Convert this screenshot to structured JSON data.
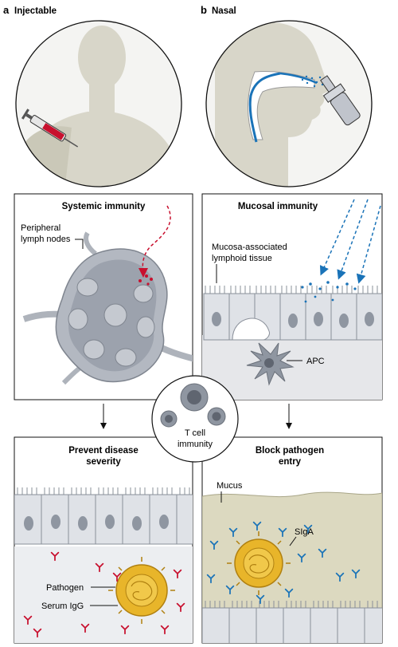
{
  "panel_a": {
    "letter": "a",
    "title": "Injectable"
  },
  "panel_b": {
    "letter": "b",
    "title": "Nasal"
  },
  "systemic": {
    "title": "Systemic immunity",
    "label_line1": "Peripheral",
    "label_line2": "lymph nodes"
  },
  "mucosal": {
    "title": "Mucosal immunity",
    "label_line1": "Mucosa-associated",
    "label_line2": "lymphoid tissue",
    "apc_label": "APC"
  },
  "tcell": {
    "line1": "T cell",
    "line2": "immunity"
  },
  "prevent": {
    "title_line1": "Prevent disease",
    "title_line2": "severity",
    "pathogen_label": "Pathogen",
    "igg_label": "Serum IgG"
  },
  "block": {
    "title_line1": "Block pathogen",
    "title_line2": "entry",
    "mucus_label": "Mucus",
    "siga_label": "SIgA"
  },
  "colors": {
    "accent_red": "#c8102e",
    "accent_blue": "#1a73b8",
    "tissue_gray": "#b9bec6",
    "panel_bg": "#e9eaec",
    "mucus": "#dcd9c0",
    "pathogen": "#e8b52a"
  }
}
